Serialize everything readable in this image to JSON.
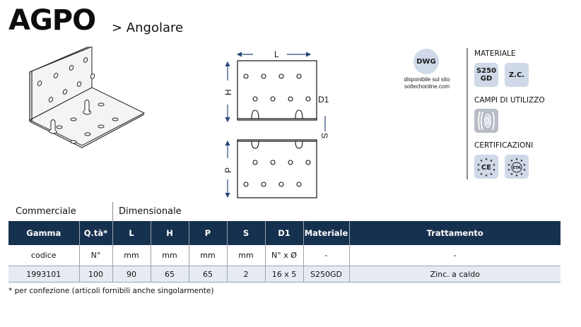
{
  "product": {
    "code": "AGPO",
    "category": "> Angolare"
  },
  "drawing": {
    "labels": {
      "L": "L",
      "H": "H",
      "D1": "D1",
      "S": "S",
      "P": "P"
    }
  },
  "dwg": {
    "badge": "DWG",
    "line1": "disponibile sul sito",
    "line2": "soltechonline.com"
  },
  "sidebar": {
    "materiale_label": "MATERIALE",
    "materials": [
      "S250 GD",
      "Z.C."
    ],
    "campi_label": "CAMPI DI UTILIZZO",
    "campi_icons": [
      "wood-icon"
    ],
    "certificazioni_label": "CERTIFICAZIONI",
    "certifications": [
      "CE",
      "ETA"
    ]
  },
  "table": {
    "groups": {
      "commerciale": "Commerciale",
      "dimensionale": "Dimensionale"
    },
    "headers": [
      "Gamma",
      "Q.tà*",
      "L",
      "H",
      "P",
      "S",
      "D1",
      "Materiale",
      "Trattamento"
    ],
    "units": [
      "codice",
      "N°",
      "mm",
      "mm",
      "mm",
      "mm",
      "N° x Ø",
      "-",
      "-"
    ],
    "rows": [
      [
        "1993101",
        "100",
        "90",
        "65",
        "65",
        "2",
        "16 x 5",
        "S250GD",
        "Zinc. a caldo"
      ]
    ]
  },
  "footnote": "* per confezione (articoli fornibili anche singolarmente)",
  "colors": {
    "header_bg": "#16304f",
    "chip_bg": "#cfd9e8",
    "row_bg": "#e6ebf2",
    "dimension_line": "#2b4a7a"
  }
}
